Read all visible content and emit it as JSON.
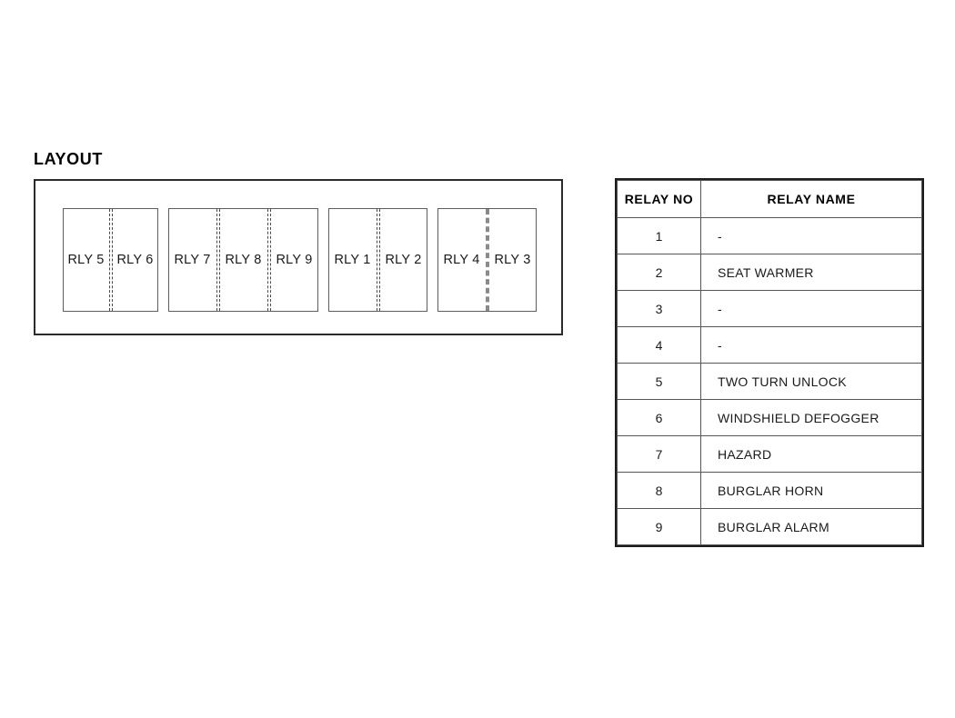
{
  "layout": {
    "title": "LAYOUT",
    "relay_boxes": [
      {
        "id": "box-1",
        "width": 105,
        "cells": [
          {
            "label": "RLY 5",
            "width": 50
          },
          {
            "label": "RLY 6",
            "width": 50
          }
        ],
        "divider_style": "normal"
      },
      {
        "id": "box-2",
        "width": 165,
        "cells": [
          {
            "label": "RLY 7",
            "width": 52
          },
          {
            "label": "RLY 8",
            "width": 52
          },
          {
            "label": "RLY 9",
            "width": 52
          }
        ],
        "divider_style": "normal"
      },
      {
        "id": "box-3",
        "width": 109,
        "cells": [
          {
            "label": "RLY 1",
            "width": 52
          },
          {
            "label": "RLY 2",
            "width": 52
          }
        ],
        "divider_style": "normal"
      },
      {
        "id": "box-4",
        "width": 109,
        "cells": [
          {
            "label": "RLY 4",
            "width": 52
          },
          {
            "label": "RLY 3",
            "width": 52
          }
        ],
        "divider_style": "thick"
      }
    ]
  },
  "relay_table": {
    "columns": [
      {
        "key": "no",
        "header": "RELAY NO"
      },
      {
        "key": "name",
        "header": "RELAY  NAME"
      }
    ],
    "rows": [
      {
        "no": "1",
        "name": "-"
      },
      {
        "no": "2",
        "name": "SEAT WARMER"
      },
      {
        "no": "3",
        "name": "-"
      },
      {
        "no": "4",
        "name": "-"
      },
      {
        "no": "5",
        "name": "TWO TURN UNLOCK"
      },
      {
        "no": "6",
        "name": "WINDSHIELD DEFOGGER"
      },
      {
        "no": "7",
        "name": "HAZARD"
      },
      {
        "no": "8",
        "name": "BURGLAR HORN"
      },
      {
        "no": "9",
        "name": "BURGLAR ALARM"
      }
    ]
  },
  "colors": {
    "background": "#ffffff",
    "text": "#1a1a1a",
    "panel_border": "#2b2b2b",
    "table_border": "#1c1c1c",
    "cell_border": "#555555",
    "divider": "#4a4a4a"
  }
}
